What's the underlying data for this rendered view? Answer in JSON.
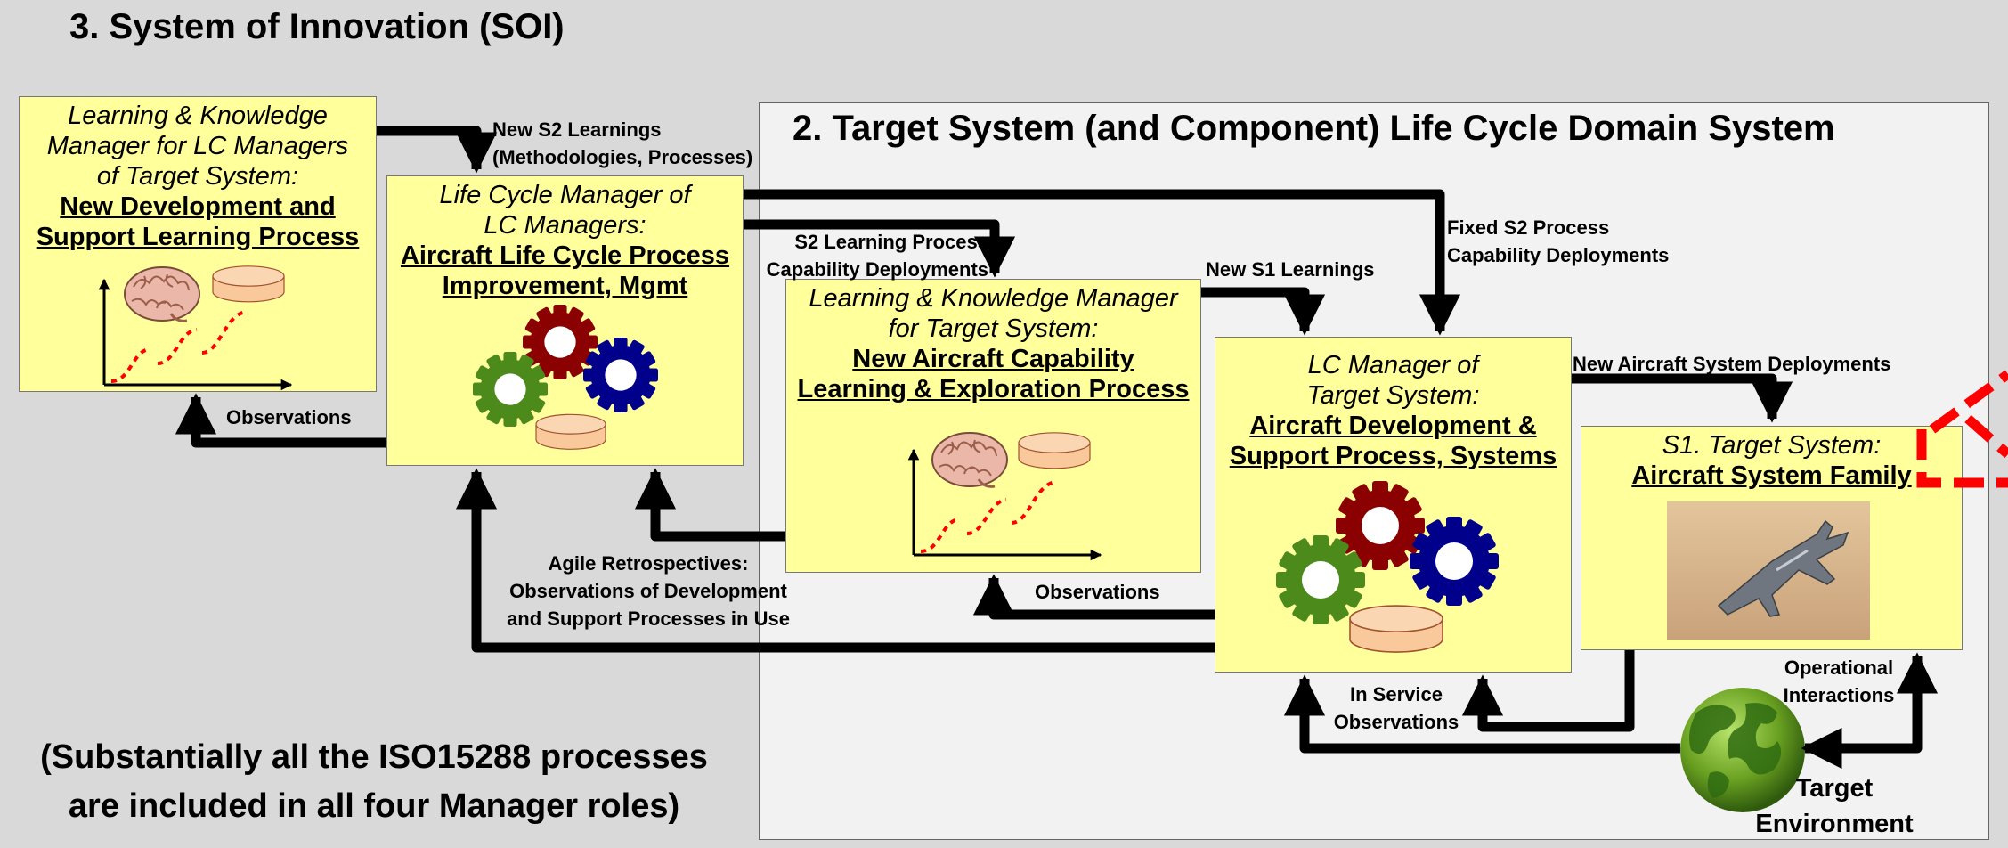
{
  "soi_title": "3.  System of Innovation (SOI)",
  "domain_title": "2.  Target System (and Component)  Life Cycle Domain System",
  "boxes": {
    "lkm_lcm": {
      "italic": [
        "Learning & Knowledge",
        "Manager for LC Managers",
        "of Target System:"
      ],
      "bold": [
        "New Development and",
        "Support Learning Process"
      ]
    },
    "lcm_lcm": {
      "italic": [
        "Life Cycle Manager of",
        "LC Managers:"
      ],
      "bold": [
        "Aircraft Life Cycle Process",
        "Improvement, Mgmt"
      ]
    },
    "lkm_target": {
      "italic": [
        "Learning & Knowledge Manager",
        "for Target System:"
      ],
      "bold": [
        "New Aircraft Capability",
        "Learning & Exploration Process"
      ]
    },
    "lcm_target": {
      "italic": [
        "LC Manager of",
        "Target System:"
      ],
      "bold": [
        "Aircraft Development &",
        "Support Process, Systems"
      ]
    },
    "target_system": {
      "italic": [
        "S1. Target System:"
      ],
      "bold": [
        "Aircraft System Family"
      ]
    }
  },
  "labels": {
    "new_s2_learnings": [
      "New S2 Learnings",
      "(Methodologies, Processes)"
    ],
    "s2_learning_process": [
      "S2 Learning Process",
      "Capability Deployments"
    ],
    "new_s1_learnings": "New S1 Learnings",
    "fixed_s2": [
      "Fixed S2 Process",
      "Capability Deployments"
    ],
    "new_aircraft_deployments": "New Aircraft System Deployments",
    "observations_left": "Observations",
    "observations_mid": "Observations",
    "agile": [
      "Agile Retrospectives:",
      "Observations of Development",
      "and Support Processes in Use"
    ],
    "in_service": [
      "In Service",
      "Observations"
    ],
    "operational": [
      "Operational",
      "Interactions"
    ],
    "target_env": [
      "Target",
      "Environment"
    ]
  },
  "note": [
    "(Substantially all the ISO15288 processes",
    "are included in all four Manager roles)"
  ],
  "colors": {
    "background": "#d9d9d9",
    "domain_panel": "#f2f2f2",
    "box_fill": "#ffff9c",
    "gear_red": "#8b0000",
    "gear_blue": "#00008b",
    "gear_green": "#4d8a1c",
    "cylinder": "#f9c89b",
    "curve": "#ff0000",
    "dashed_marker": "#ff0000",
    "globe": "#6aa121"
  },
  "icons": [
    "brain-icon",
    "database-icon",
    "learning-curve-icon",
    "gear-icon",
    "aircraft-photo",
    "globe-icon"
  ]
}
